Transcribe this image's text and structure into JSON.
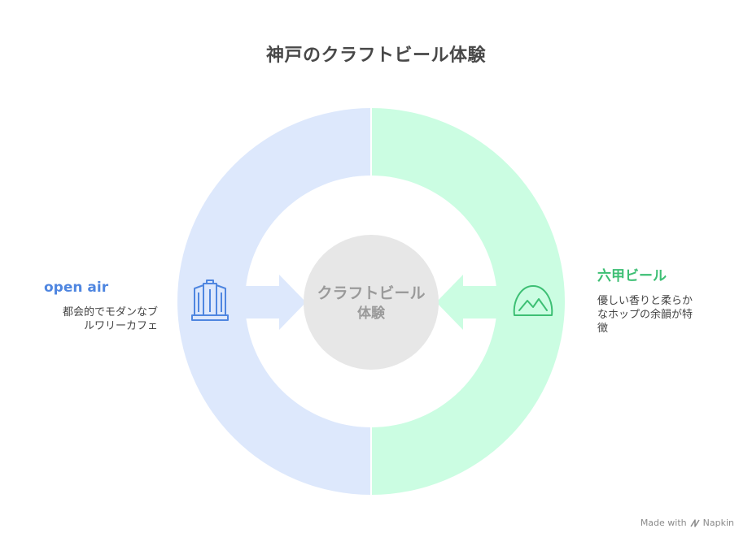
{
  "title": "神戸のクラフトビール体験",
  "center": {
    "line1": "クラフトビール",
    "line2": "体験"
  },
  "left": {
    "title": "open air",
    "desc_line1": "都会的でモダンなブ",
    "desc_line2": "ルワリーカフェ",
    "icon": "building-icon"
  },
  "right": {
    "title": "六甲ビール",
    "desc_line1": "優しい香りと柔らか",
    "desc_line2": "なホップの余韻が特",
    "desc_line3": "徴",
    "icon": "mountain-icon"
  },
  "watermark": {
    "prefix": "Made with",
    "brand": "Napkin"
  },
  "colors": {
    "left_ring": "#dde8fc",
    "right_ring": "#cbfde2",
    "center_circle": "#e7e7e7",
    "left_accent": "#4f86e0",
    "right_accent": "#3dbf74",
    "title": "#484848"
  }
}
